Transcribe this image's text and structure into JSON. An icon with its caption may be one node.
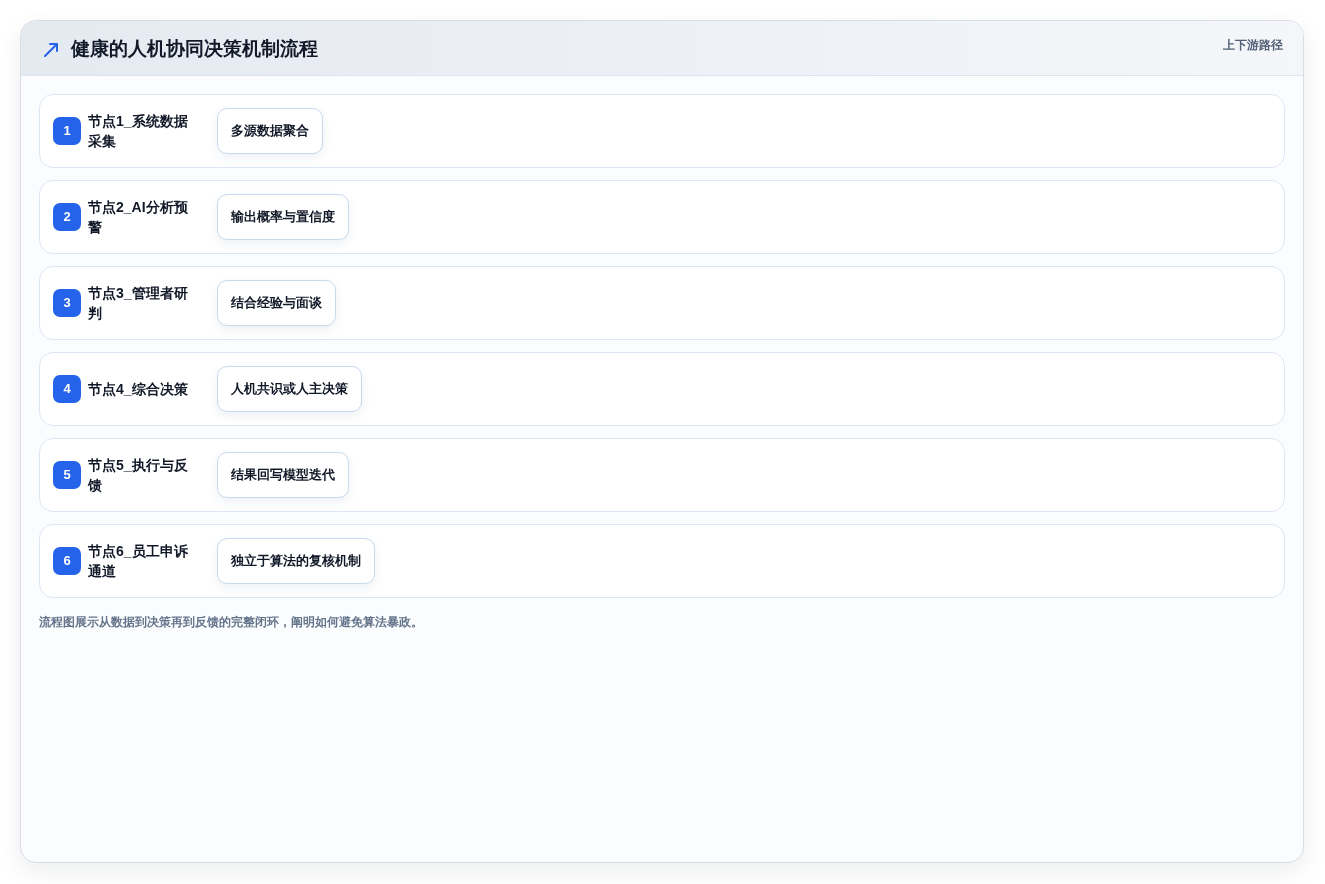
{
  "diagram": {
    "title": "健康的人机协同决策机制流程",
    "caption": "流程图展示从数据到决策再到反馈的完整闭环，阐明如何避免算法暴政。",
    "nodes": [
      {
        "text": [
          "节点1_系统数据采集"
        ]
      },
      {
        "text": [
          "1"
        ],
        "in": 0
      },
      {
        "text": [
          "多源数据聚合"
        ],
        "in": 0
      },
      {
        "text": [
          "节点2_AI分析预警"
        ]
      },
      {
        "text": [
          "2"
        ],
        "in": 3
      },
      {
        "text": [
          "输出概率与置信度"
        ],
        "in": 3
      },
      {
        "text": [
          "节点3_管理者研判"
        ]
      },
      {
        "text": [
          "3"
        ],
        "in": 6
      },
      {
        "text": [
          "结合经验与面谈"
        ],
        "in": 6
      },
      {
        "text": [
          "节点4_综合决策"
        ]
      },
      {
        "text": [
          "4"
        ],
        "in": 9
      },
      {
        "text": [
          "人机共识或人主决策"
        ],
        "in": 9
      },
      {
        "text": [
          "节点5_执行与反馈"
        ]
      },
      {
        "text": [
          "5"
        ],
        "in": 12
      },
      {
        "text": [
          "结果回写模型迭代"
        ],
        "in": 12
      },
      {
        "text": [
          "节点6_员工申诉通道"
        ]
      },
      {
        "text": [
          "6"
        ],
        "in": 15
      },
      {
        "text": [
          "独立于算法的复核机制"
        ],
        "in": 15
      }
    ],
    "labels": [
      "上下游路径"
    ]
  }
}
